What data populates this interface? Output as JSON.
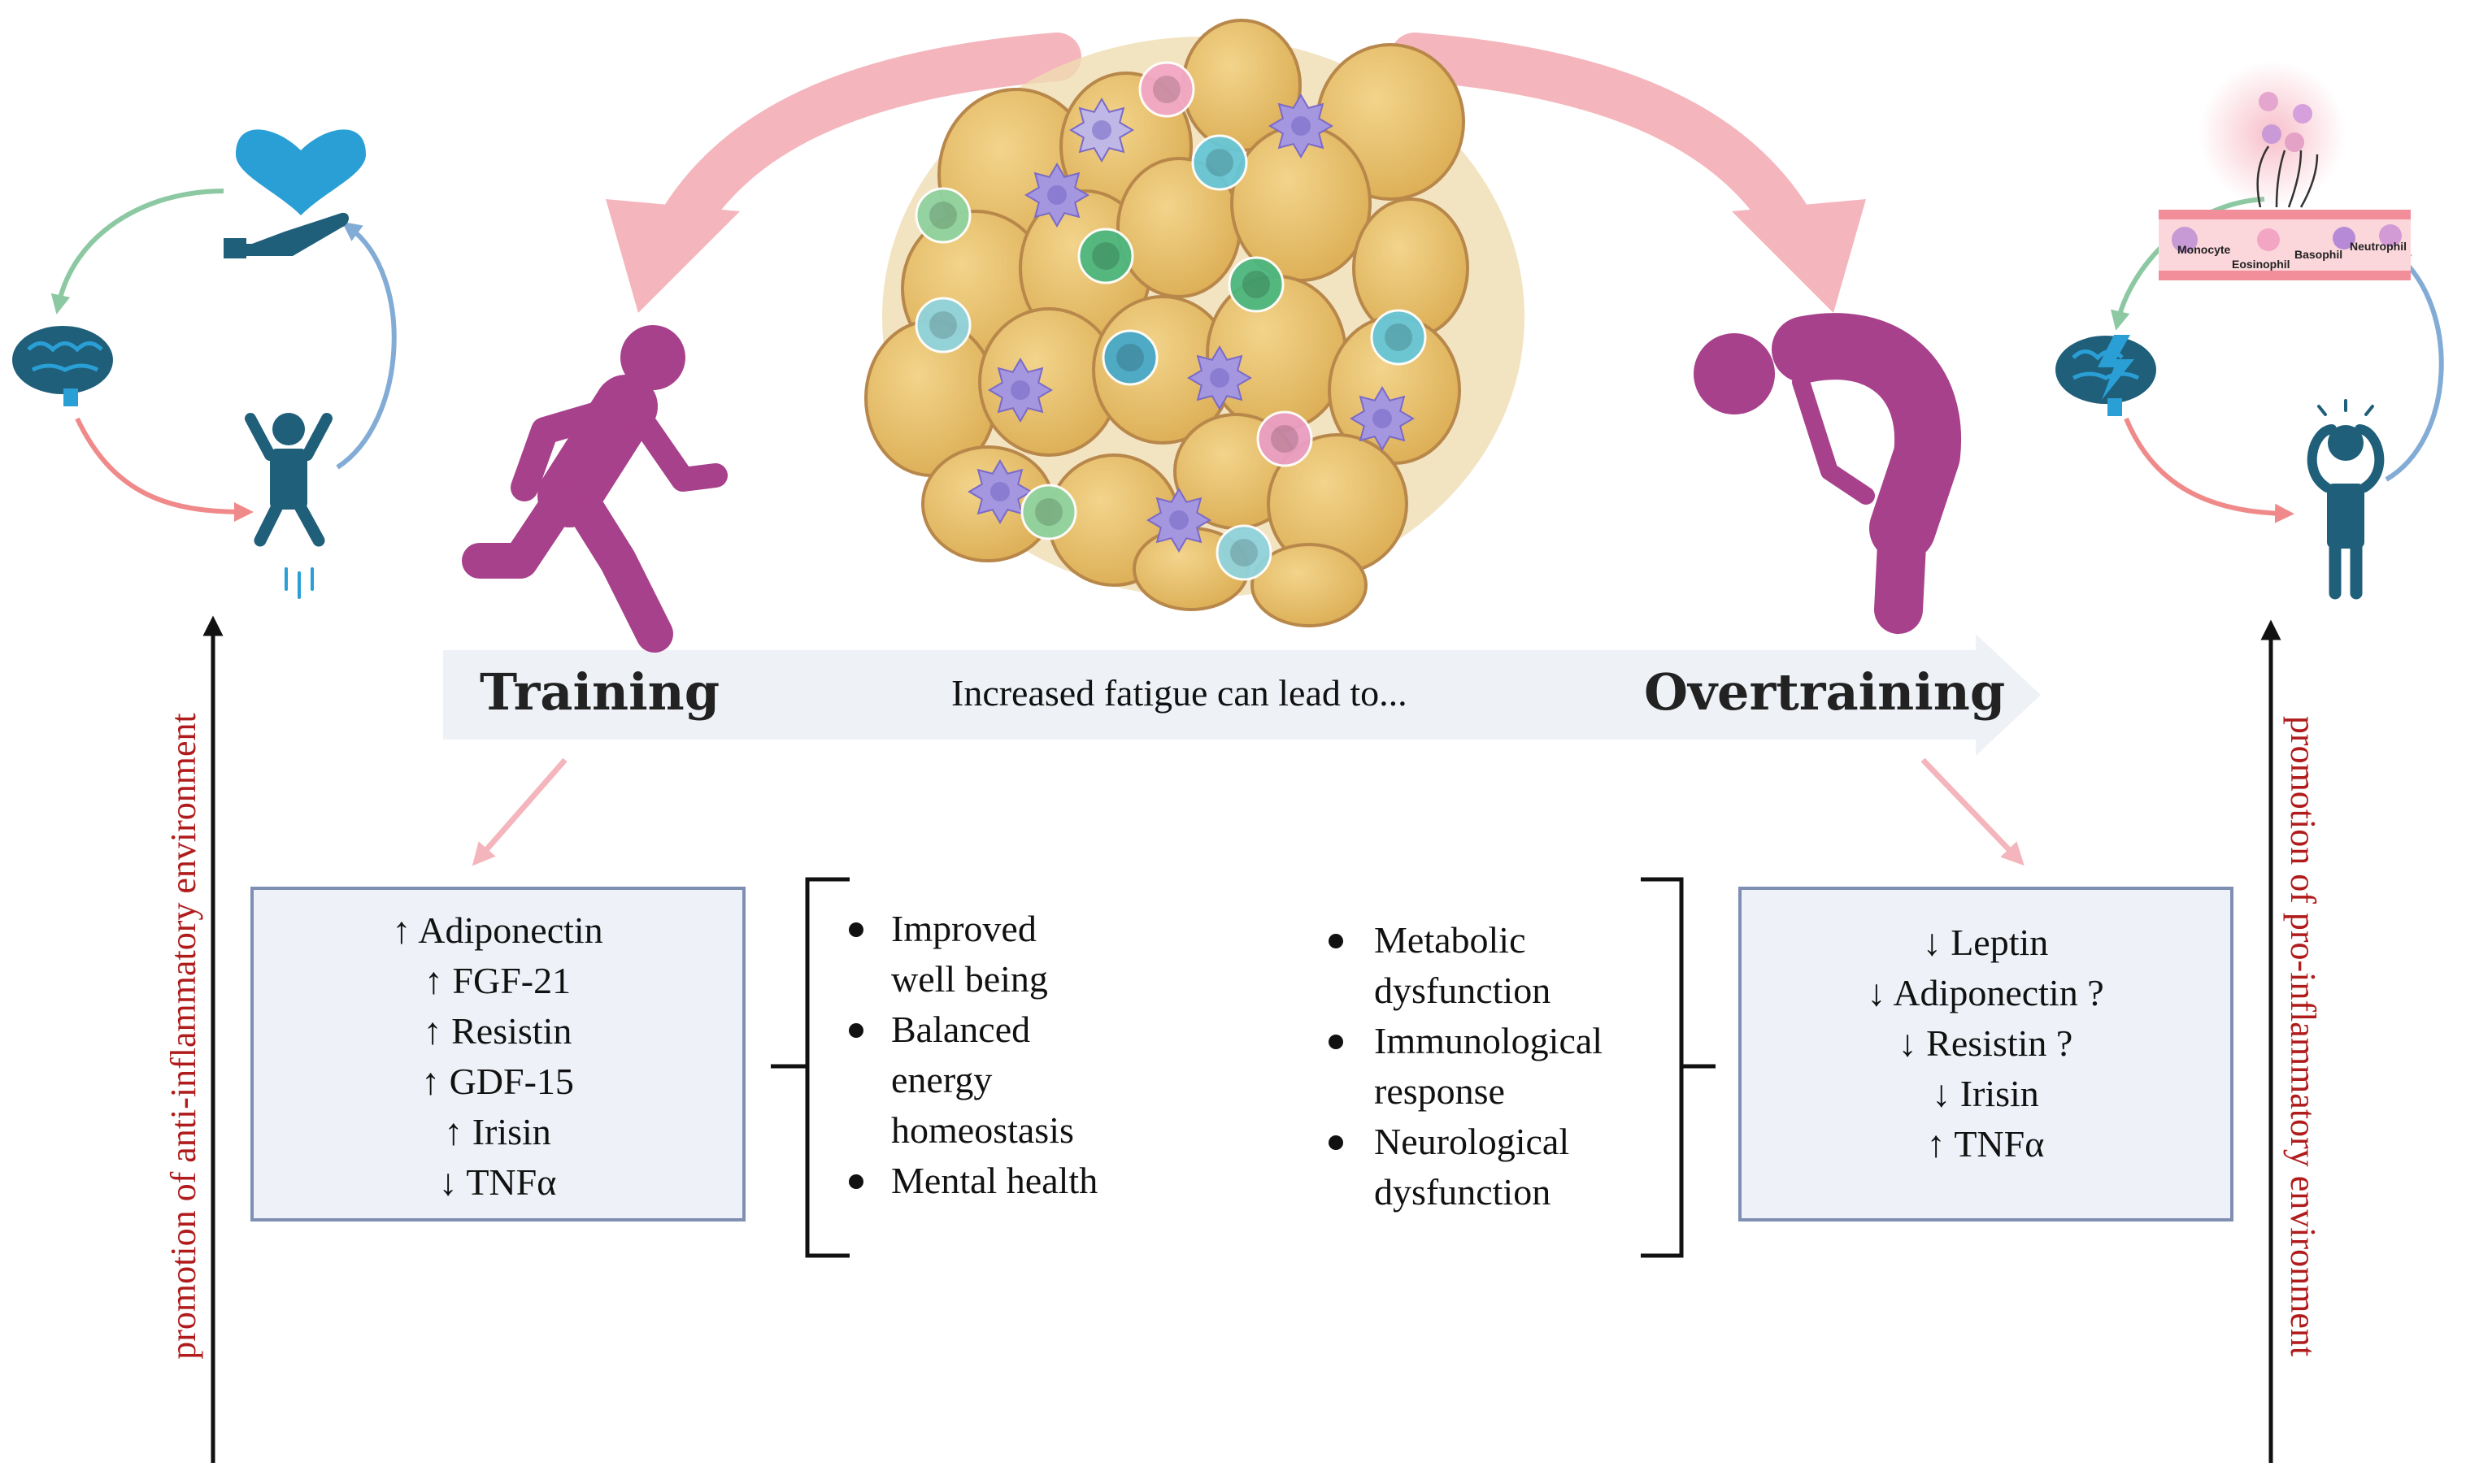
{
  "flow": {
    "left_label": "Training",
    "middle_label": "Increased fatigue can lead to...",
    "right_label": "Overtraining"
  },
  "left_box": {
    "items": [
      {
        "arrow": "↑",
        "text": "Adiponectin"
      },
      {
        "arrow": "↑",
        "text": "FGF-21"
      },
      {
        "arrow": "↑",
        "text": "Resistin"
      },
      {
        "arrow": "↑",
        "text": "GDF-15"
      },
      {
        "arrow": "↑",
        "text": "Irisin"
      },
      {
        "arrow": "↓",
        "text": "TNFα"
      }
    ]
  },
  "right_box": {
    "items": [
      {
        "arrow": "↓",
        "text": "Leptin"
      },
      {
        "arrow": "↓",
        "text": "Adiponectin ?"
      },
      {
        "arrow": "↓",
        "text": "Resistin ?"
      },
      {
        "arrow": "↓",
        "text": "Irisin"
      },
      {
        "arrow": "↑",
        "text": "TNFα"
      }
    ]
  },
  "left_outcomes": {
    "items": [
      {
        "lines": [
          "Improved",
          "well being"
        ]
      },
      {
        "lines": [
          "Balanced",
          "energy",
          "homeostasis"
        ]
      },
      {
        "lines": [
          "Mental health"
        ]
      }
    ]
  },
  "right_outcomes": {
    "items": [
      {
        "lines": [
          "Metabolic",
          "dysfunction"
        ]
      },
      {
        "lines": [
          "Immunological",
          "response"
        ]
      },
      {
        "lines": [
          "Neurological",
          "dysfunction"
        ]
      }
    ]
  },
  "side_labels": {
    "left": "promotion of anti-inflammatory environment",
    "right": "promotion of pro-inflammatory environment"
  },
  "blood_vessel": {
    "cells": [
      "Monocyte",
      "Eosinophil",
      "Basophil",
      "Neutrophil"
    ]
  },
  "colors": {
    "pink_arrow": "#f4b6bc",
    "figure_magenta": "#a8418c",
    "box_fill": "#eef2f8",
    "box_border": "#7e8fb3",
    "side_label_red": "#b01c1c",
    "fat_cell": "#e6c06d",
    "blue_icon": "#1f5f7a",
    "green_arrow": "#8cc9a2",
    "blue_arrow": "#82acd6",
    "red_arrow": "#f08a8a"
  }
}
